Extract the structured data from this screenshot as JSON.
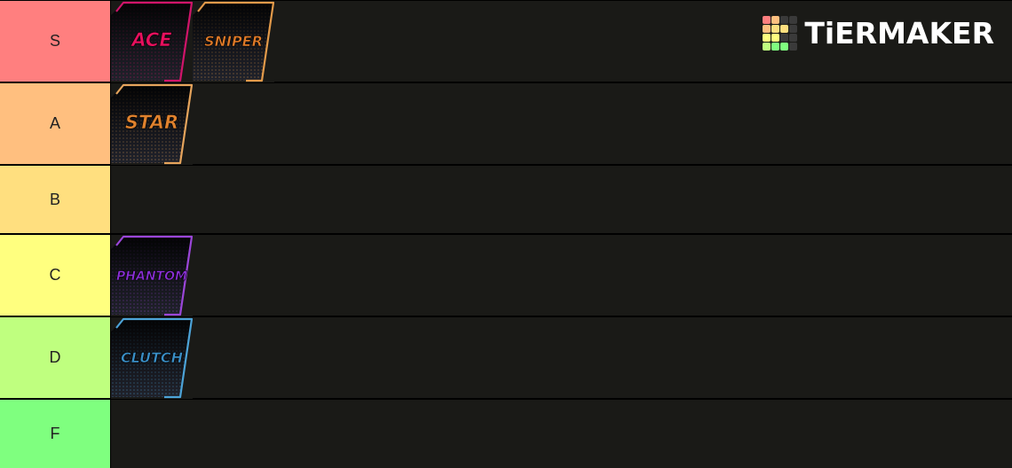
{
  "brand": {
    "name": "TiERMAKER",
    "grid_colors": [
      "#ff7f7f",
      "#ffbf7f",
      "#3a3a3a",
      "#3a3a3a",
      "#ffbf7f",
      "#ffdf7f",
      "#ffdf7f",
      "#3a3a3a",
      "#ffff7f",
      "#ffff7f",
      "#3a3a3a",
      "#3a3a3a",
      "#bfff7f",
      "#7fff7f",
      "#7fff7f",
      "#3a3a3a"
    ]
  },
  "tiers": [
    {
      "label": "S",
      "color": "#ff7f7f",
      "items": [
        {
          "text": "ACE",
          "text_color": "#e8105e",
          "frame_color": "#d1146a"
        },
        {
          "text": "SNIPER",
          "text_color": "#e07a28",
          "frame_color": "#e39a4a"
        }
      ]
    },
    {
      "label": "A",
      "color": "#ffbf7f",
      "items": [
        {
          "text": "STAR",
          "text_color": "#e0822e",
          "frame_color": "#e6a45c"
        }
      ]
    },
    {
      "label": "B",
      "color": "#ffdf7f",
      "items": []
    },
    {
      "label": "C",
      "color": "#ffff7f",
      "items": [
        {
          "text": "PHANTOM",
          "text_color": "#8a2fd6",
          "frame_color": "#9b46d9"
        }
      ]
    },
    {
      "label": "D",
      "color": "#bfff7f",
      "items": [
        {
          "text": "CLUTCH",
          "text_color": "#3a8fc7",
          "frame_color": "#4ca3d8"
        }
      ]
    },
    {
      "label": "F",
      "color": "#7fff7f",
      "items": []
    }
  ]
}
